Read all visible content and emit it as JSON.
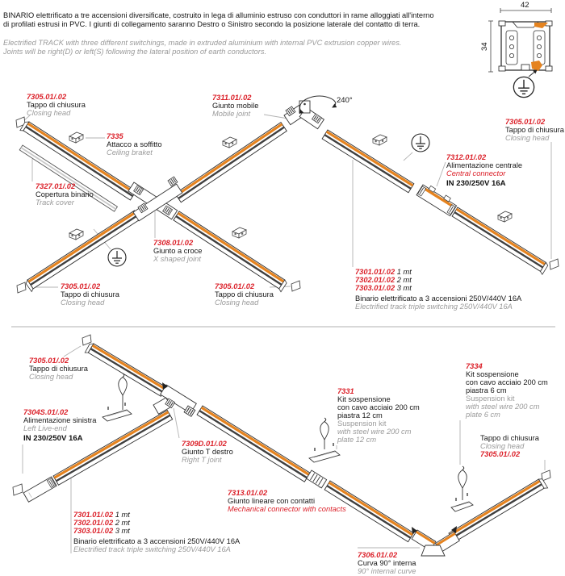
{
  "header": {
    "it1": "BINARIO elettrificato a tre accensioni diversificate, costruito in lega di alluminio estruso con conduttori in rame alloggiati all'interno",
    "it2": "di profilati estrusi in PVC. I giunti di collegamento saranno Destro o Sinistro secondo la posizione laterale del contatto di terra.",
    "en1": "Electrified TRACK with three different switchings, made in extruded aluminium with internal PVC extrusion copper wires.",
    "en2": "Joints will be right(D) or left(S) following the lateral position of earth conductors."
  },
  "cross_section": {
    "width_dim": "42",
    "height_dim": "34"
  },
  "colors": {
    "accent_red": "#DB1F28",
    "track_orange": "#E5831F",
    "muted_gray": "#9A9A9A",
    "line_gray": "#B3B3B3"
  },
  "labels": {
    "closing_head": {
      "code": "7305.01/.02",
      "it": "Tappo di chiusura",
      "en": "Closing head"
    },
    "ceiling_bracket": {
      "code": "7335",
      "it": "Attacco a soffitto",
      "en": "Ceiling braket"
    },
    "mobile_joint": {
      "code": "7311.01/.02",
      "it": "Giunto mobile",
      "en": "Mobile joint",
      "rotation": "240°"
    },
    "track_cover": {
      "code": "7327.01/.02",
      "it": "Copertura binario",
      "en": "Track cover"
    },
    "central_feed": {
      "code": "7312.01/.02",
      "it": "Alimentazione centrale",
      "en": "Central connector",
      "rating": "IN 230/250V 16A"
    },
    "cross_joint": {
      "code": "7308.01/.02",
      "it": "Giunto a croce",
      "en": "X shaped joint"
    },
    "track_codes": {
      "rows": [
        {
          "code": "7301.01/.02",
          "len": "1 mt"
        },
        {
          "code": "7302.01/.02",
          "len": "2 mt"
        },
        {
          "code": "7303.01/.02",
          "len": "3 mt"
        }
      ],
      "it": "Binario elettrificato a 3 accensioni 250V/440V 16A",
      "en": "Electrified track triple switching 250V/440V 16A"
    },
    "left_live_end": {
      "code": "7304S.01/.02",
      "it": "Alimentazione sinistra",
      "en": "Left Live-end",
      "rating": "IN 230/250V 16A"
    },
    "t_joint": {
      "code": "7309D.01/.02",
      "it": "Giunto T destro",
      "en": "Right T joint"
    },
    "linear_joint": {
      "code": "7313.01/.02",
      "it": "Giunto lineare con contatti",
      "en": "Mechanical connector with contacts"
    },
    "kit_plate12": {
      "code": "7331",
      "it1": "Kit sospensione",
      "it2": "con cavo acciaio 200 cm",
      "it3": "piastra 12 cm",
      "en1": "Suspension kit",
      "en2": "with steel wire 200 cm",
      "en3": "plate 12 cm"
    },
    "kit_plate6": {
      "code": "7334",
      "it1": "Kit sospensione",
      "it2": "con cavo acciaio 200 cm",
      "it3": "piastra 6 cm",
      "en1": "Suspension kit",
      "en2": "with steel wire 200 cm",
      "en3": "plate 6 cm"
    },
    "curve_90": {
      "code": "7306.01/.02",
      "it": "Curva 90° interna",
      "en": "90° internal curve"
    }
  }
}
